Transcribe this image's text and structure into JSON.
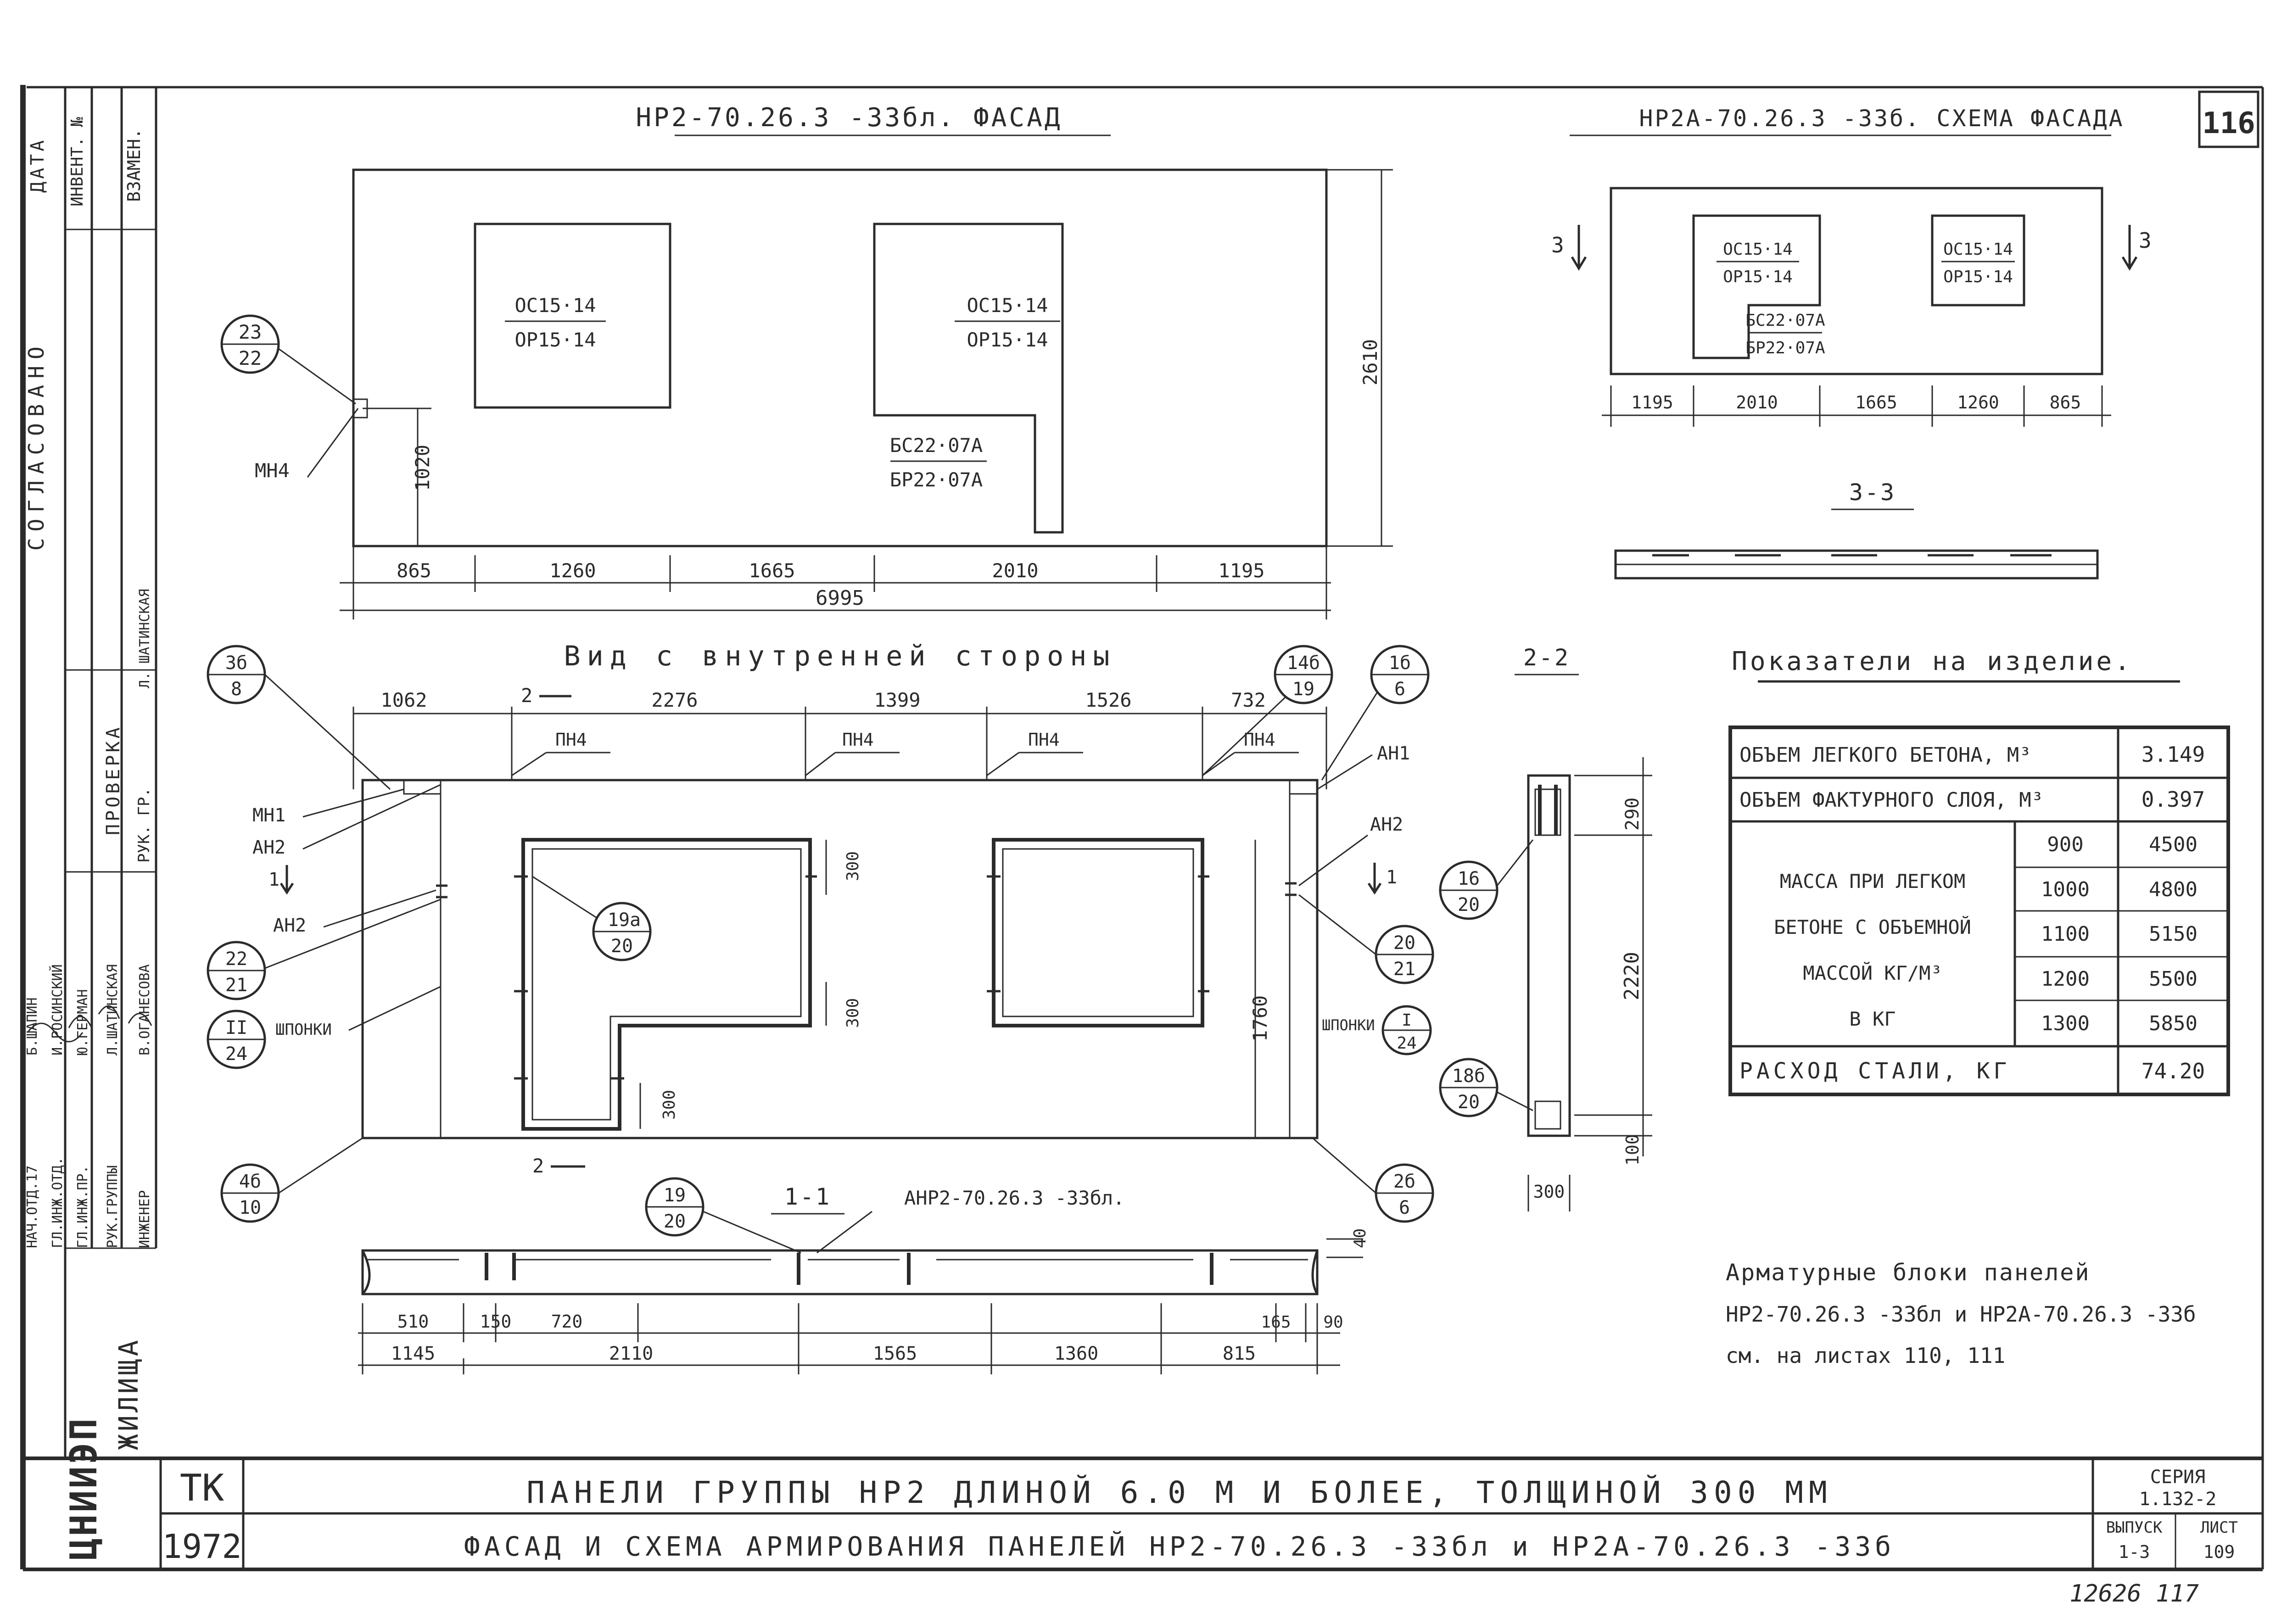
{
  "sheet_number": "116",
  "inventory_number": "12626 117",
  "stamp_column": {
    "approved": "СОГЛАСОВАНО",
    "date": "ДАТА",
    "inventory": "ИНВЕНТ. №",
    "replacement": "ВЗАМЕН.",
    "checked": "ПРОВЕРКА",
    "group_head": "РУК. ГР.",
    "group_head_name": "Л. ШАТИНСКАЯ",
    "roles": [
      "НАЧ.ОТД.17",
      "ГЛ.ИНЖ.ОТД.",
      "ГЛ.ИНЖ.ПР.",
      "РУК.ГРУППЫ",
      "ИНЖЕНЕР"
    ],
    "names": [
      "Б.ШАПИН",
      "И.РОСИНСКИЙ",
      "Ю.ГЕРМАН",
      "Л.ШАТИНСКАЯ",
      "В.ОГАНЕСОВА"
    ],
    "org": "ЖИЛИЩА",
    "logo": "ЦНИИЭП"
  },
  "facade": {
    "title": "НР2-70.26.3 -33бл. ФАСАД",
    "window_left": [
      "ОС15·14",
      "ОР15·14"
    ],
    "window_right": [
      "ОС15·14",
      "ОР15·14"
    ],
    "door": [
      "БС22·07А",
      "БР22·07А"
    ],
    "height_dim": "2610",
    "sill_dim": "1020",
    "dims": [
      "865",
      "1260",
      "1665",
      "2010",
      "1195"
    ],
    "total": "6995",
    "callout_top": "23",
    "callout_bottom": "22",
    "anchor": "МН4"
  },
  "scheme": {
    "title": "НР2А-70.26.3 -33б. СХЕМА ФАСАДА",
    "window_left": [
      "ОС15·14",
      "ОР15·14"
    ],
    "window_right": [
      "ОС15·14",
      "ОР15·14"
    ],
    "door": [
      "БС22·07А",
      "БР22·07А"
    ],
    "dims": [
      "1195",
      "2010",
      "1665",
      "1260",
      "865"
    ],
    "cut": "3",
    "section_title": "3-3"
  },
  "inner": {
    "title": "Вид с внутренней стороны",
    "top_dims": [
      "1062",
      "2276",
      "1399",
      "1526",
      "732"
    ],
    "loops": [
      "ПН4",
      "ПН4",
      "ПН4",
      "ПН4"
    ],
    "callouts": [
      {
        "top": "3б",
        "bottom": "8"
      },
      {
        "top": "14б",
        "bottom": "19"
      },
      {
        "top": "1б",
        "bottom": "6"
      },
      {
        "top": "22",
        "bottom": "21"
      },
      {
        "top": "II",
        "bottom": "24"
      },
      {
        "top": "4б",
        "bottom": "10"
      },
      {
        "top": "19а",
        "bottom": "20"
      },
      {
        "top": "20",
        "bottom": "21"
      },
      {
        "top": "I",
        "bottom": "24"
      },
      {
        "top": "2б",
        "bottom": "6"
      }
    ],
    "labels": {
      "mn1": "МН1",
      "an2a": "АН2",
      "an2b": "АН2",
      "an1": "АН1",
      "an2c": "АН2",
      "keys_left": "ШПОНКИ",
      "keys_right": "ШПОНКИ"
    },
    "dim_300a": "300",
    "dim_300b": "300",
    "dim_300c": "300",
    "height_dim": "1760",
    "cut_1": "1",
    "cut_2": "2"
  },
  "section_1_1": {
    "title": "1-1",
    "mark": "АНР2-70.26.3 -33бл.",
    "callout_top": "19",
    "callout_bottom": "20",
    "dims_top": [
      "510",
      "150",
      "720",
      "165",
      "90"
    ],
    "dims_bottom": [
      "1145",
      "2110",
      "1565",
      "1360",
      "815"
    ],
    "depth": "40"
  },
  "section_2_2": {
    "title": "2-2",
    "dims": [
      "290",
      "2220",
      "100"
    ],
    "width": "300",
    "callout_a_top": "16",
    "callout_a_bottom": "20",
    "callout_b_top": "18б",
    "callout_b_bottom": "20"
  },
  "indicators": {
    "title": "Показатели на изделие.",
    "concrete_volume_label": "ОБЪЕМ ЛЕГКОГО БЕТОНА, М³",
    "concrete_volume": "3.149",
    "finish_volume_label": "ОБЪЕМ ФАКТУРНОГО СЛОЯ, М³",
    "finish_volume": "0.397",
    "mass_label": [
      "МАССА ПРИ ЛЕГКОМ",
      "БЕТОНЕ С ОБЪЕМНОЙ",
      "МАССОЙ КГ/М³",
      "В КГ"
    ],
    "mass_rows": [
      {
        "density": "900",
        "mass": "4500"
      },
      {
        "density": "1000",
        "mass": "4800"
      },
      {
        "density": "1100",
        "mass": "5150"
      },
      {
        "density": "1200",
        "mass": "5500"
      },
      {
        "density": "1300",
        "mass": "5850"
      }
    ],
    "steel_label": "РАСХОД СТАЛИ, КГ",
    "steel": "74.20"
  },
  "note": [
    "Арматурные блоки панелей",
    "НР2-70.26.3 -33бл и НР2А-70.26.3 -33б",
    "см. на листах 110, 111"
  ],
  "title_block": {
    "org": "ТК",
    "year": "1972",
    "line1": "ПАНЕЛИ ГРУППЫ НР2 ДЛИНОЙ 6.0 М И БОЛЕЕ, ТОЛЩИНОЙ 300 ММ",
    "line2": "ФАСАД И СХЕМА АРМИРОВАНИЯ ПАНЕЛЕЙ НР2-70.26.3 -33бл и НР2А-70.26.3 -33б",
    "series_label": "СЕРИЯ",
    "series": "1.132-2",
    "issue_label": "ВЫПУСК",
    "issue": "1-3",
    "sheet_label": "ЛИСТ",
    "sheet": "109"
  }
}
